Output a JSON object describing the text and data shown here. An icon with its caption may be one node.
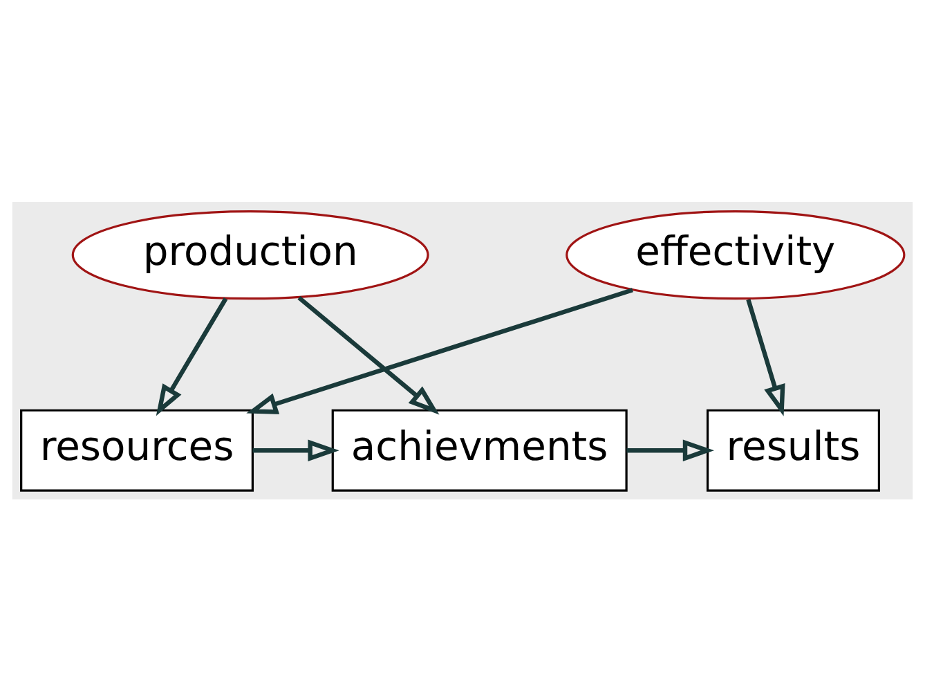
{
  "diagram": {
    "nodes": [
      {
        "text": [
          "effectivity"
        ]
      },
      {
        "text": [
          "resources"
        ]
      },
      {
        "text": [
          "achievments"
        ]
      },
      {
        "text": [
          "results"
        ]
      },
      {
        "text": [
          "production"
        ]
      }
    ],
    "edges": [
      {
        "from": 0,
        "to": 1,
        "arrow": "to"
      },
      {
        "from": 0,
        "to": 3,
        "arrow": "to"
      },
      {
        "from": 1,
        "to": 2,
        "arrow": "to"
      },
      {
        "from": 2,
        "to": 3,
        "arrow": "to"
      },
      {
        "from": 4,
        "to": 1,
        "arrow": "to"
      },
      {
        "from": 4,
        "to": 2,
        "arrow": "to"
      }
    ]
  }
}
